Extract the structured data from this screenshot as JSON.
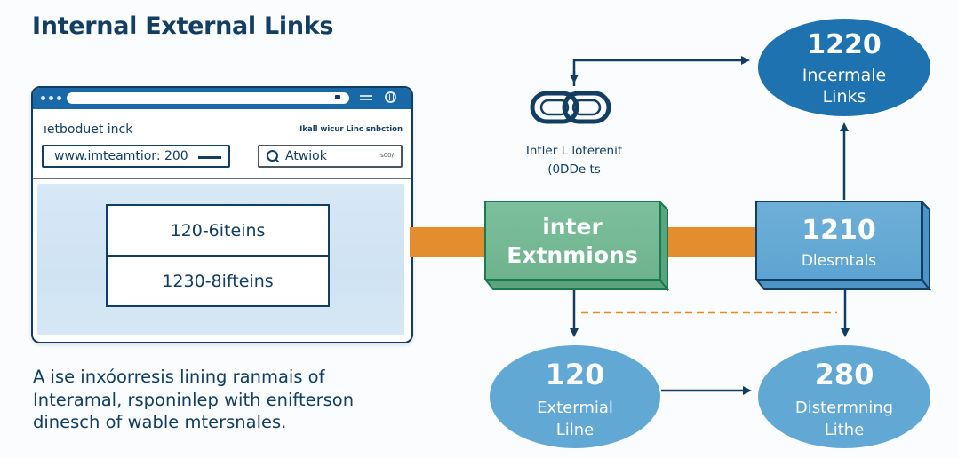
{
  "title": "Internal External Links",
  "browser": {
    "site_title": "ıetboduet inck",
    "site_subtitle": "Ikall wicur Linc snbction",
    "url_value": "www.imteamtior: 200",
    "search_value": "Atwiok",
    "search_count": "s00/",
    "list_items": [
      {
        "label": "120-6iteins"
      },
      {
        "label": "1230-8ifteins"
      }
    ]
  },
  "caption": [
    "A ise inxóorresis lining ranmais of",
    "Interamal, rsponinlep with enifterson",
    "dinesch of wable mtersnales."
  ],
  "chain": {
    "icon": "link-chain-icon",
    "caption_line1": "Intler L loterenit",
    "caption_line2": "(0DDe ts"
  },
  "nodes": {
    "internal_links": {
      "value": "1220",
      "label_line1": "Incermale",
      "label_line2": "Links"
    },
    "inter_extensions": {
      "label_line1": "inter",
      "label_line2": "Extnmions"
    },
    "desmtals": {
      "value": "1210",
      "label": "Dlesmtals"
    },
    "external_line": {
      "value": "120",
      "label_line1": "Extermial",
      "label_line2": "Lilne"
    },
    "disterming": {
      "value": "280",
      "label_line1": "Distermning",
      "label_line2": "Lithe"
    }
  },
  "colors": {
    "navy": "#123e63",
    "accent_blue": "#1e72b0",
    "light_blue": "#62a8d4",
    "green": "#7dbf9c",
    "orange": "#e48d2e"
  }
}
